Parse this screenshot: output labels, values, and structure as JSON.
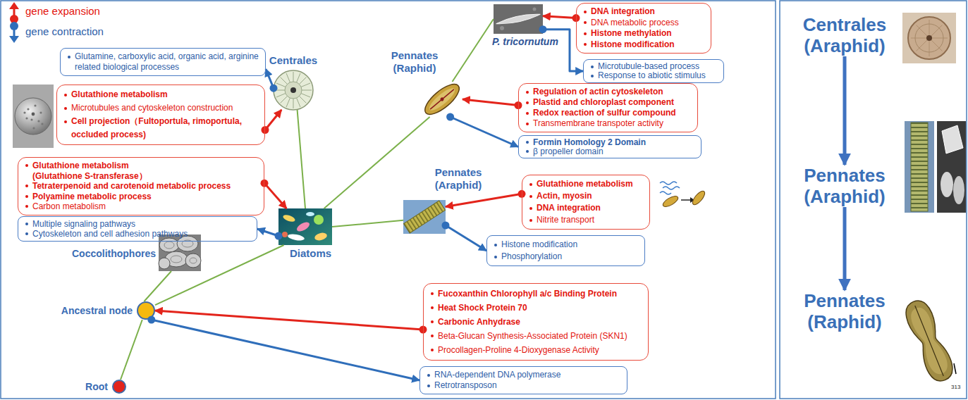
{
  "diagram": {
    "nodes": [
      {
        "text": [
          "Centrales"
        ]
      },
      {
        "text": [
          "Glutamine, carboxylic acid, organic acid, arginine related biological processes"
        ]
      },
      {
        "text": [
          "Glutathione metabolism",
          "Microtubules and cytoskeleton construction",
          "Cell projection（Fultoportula, rimoportula, occluded process)"
        ]
      },
      {
        "text": [
          "Diatoms"
        ]
      },
      {
        "text": [
          "Glutathione metabolism (Glutathione S-transferase）",
          "Tetraterpenoid and carotenoid metabolic process",
          "Polyamine metabolic process",
          "Carbon metabolism"
        ]
      },
      {
        "text": [
          "Multiple signaling pathways",
          "Cytoskeleton and cell adhesion pathways"
        ]
      },
      {
        "text": [
          "Coccolithophores"
        ]
      },
      {
        "text": [
          "Ancestral node"
        ]
      },
      {
        "text": [
          "Fucoxanthin Chlorophyll a/c Binding Protein",
          "Heat Shock Protein 70",
          "Carbonic Anhydrase",
          "Beta-Glucan Synthesis-Associated Protein (SKN1)",
          "Procollagen-Proline 4-Dioxygenase Activity"
        ]
      },
      {
        "text": [
          "RNA-dependent DNA polymerase",
          "Retrotransposon"
        ]
      },
      {
        "text": [
          "Root"
        ]
      },
      {
        "text": [
          "Pennates (Araphid)"
        ]
      },
      {
        "text": [
          "Glutathione metabolism",
          "Actin, myosin",
          "DNA integration",
          "Nitrite transport"
        ]
      },
      {
        "text": [
          "Histone modification",
          "Phosphorylation"
        ]
      },
      {
        "text": [
          "Pennates (Raphid)"
        ]
      },
      {
        "text": [
          "Regulation of actin cytoskeleton",
          "Plastid and chloroplast component",
          "Redox reaction of sulfur compound",
          "Transmembrane transpoter activity"
        ]
      },
      {
        "text": [
          "Formin Homology 2 Domain",
          "β propeller domain"
        ]
      },
      {
        "text": [
          "P. tricornutum"
        ]
      },
      {
        "text": [
          "DNA integration",
          "DNA metabolic process",
          "Histone methylation",
          "Histone modification"
        ]
      },
      {
        "text": [
          "Microtubule-based process",
          "Response to abiotic stimulus"
        ]
      },
      {
        "text": [
          "Centrales (Araphid)"
        ]
      },
      {
        "text": [
          "Pennates (Araphid)"
        ]
      },
      {
        "text": [
          "Pennates (Raphid)"
        ]
      }
    ],
    "edges": [
      {
        "from": 10,
        "to": 7,
        "arrow": "none"
      },
      {
        "from": 7,
        "to": 6,
        "arrow": "none"
      },
      {
        "from": 7,
        "to": 3,
        "arrow": "none"
      },
      {
        "from": 3,
        "to": 0,
        "arrow": "none"
      },
      {
        "from": 3,
        "to": 11,
        "arrow": "none"
      },
      {
        "from": 3,
        "to": 14,
        "arrow": "none"
      },
      {
        "from": 14,
        "to": 17,
        "arrow": "none"
      },
      {
        "from": 2,
        "to": 0,
        "arrow": "to"
      },
      {
        "from": 0,
        "to": 1,
        "arrow": "to"
      },
      {
        "from": 4,
        "to": 3,
        "arrow": "to"
      },
      {
        "from": 3,
        "to": 5,
        "arrow": "to"
      },
      {
        "from": 8,
        "to": 7,
        "arrow": "to"
      },
      {
        "from": 7,
        "to": 9,
        "arrow": "to"
      },
      {
        "from": 12,
        "to": 11,
        "arrow": "to"
      },
      {
        "from": 11,
        "to": 13,
        "arrow": "to"
      },
      {
        "from": 15,
        "to": 14,
        "arrow": "to"
      },
      {
        "from": 14,
        "to": 16,
        "arrow": "to"
      },
      {
        "from": 18,
        "to": 17,
        "arrow": "to"
      },
      {
        "from": 17,
        "to": 19,
        "arrow": "to"
      },
      {
        "from": 20,
        "to": 21,
        "arrow": "to"
      },
      {
        "from": 21,
        "to": 22,
        "arrow": "to"
      }
    ],
    "labels": [
      "313"
    ],
    "legend": [
      {
        "text": "gene expansion"
      },
      {
        "text": "gene contraction"
      }
    ]
  }
}
